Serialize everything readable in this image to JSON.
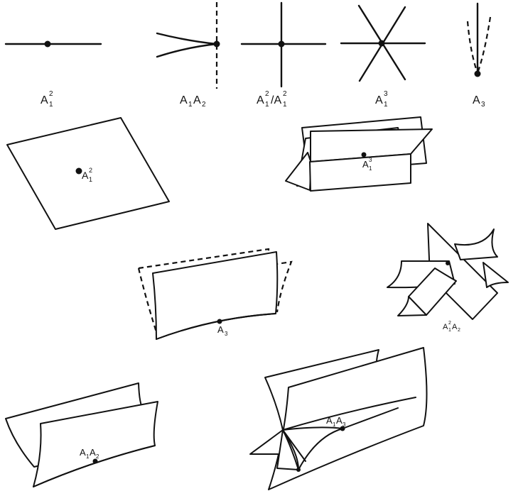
{
  "top_row": [
    {
      "base": "A",
      "sub": "1",
      "sup": "2",
      "tail": ""
    },
    {
      "base": "A",
      "sub": "1",
      "sup": "",
      "tail": "A2"
    },
    {
      "base": "A",
      "sub": "1",
      "sup": "2",
      "tail": "/A²₁"
    },
    {
      "base": "A",
      "sub": "1",
      "sup": "3",
      "tail": ""
    },
    {
      "base": "A",
      "sub": "3",
      "sup": "",
      "tail": ""
    }
  ],
  "surfaces": {
    "plane": {
      "base": "A",
      "sub": "1",
      "sup": "2"
    },
    "triple": {
      "base": "A",
      "sub": "1",
      "sup": "3"
    },
    "cusp_fold": {
      "base": "A",
      "sub": "3"
    },
    "fold_cross": {
      "base": "A",
      "sub": "1",
      "sup": "2",
      "tail": "A",
      "tail_sub": "2"
    },
    "fold_pair": {
      "base": "A",
      "sub": "1",
      "tail": "A",
      "tail_sub": "2"
    },
    "fold_cusp": {
      "base": "A",
      "sub": "1",
      "tail": "A",
      "tail_sub": "3"
    }
  }
}
